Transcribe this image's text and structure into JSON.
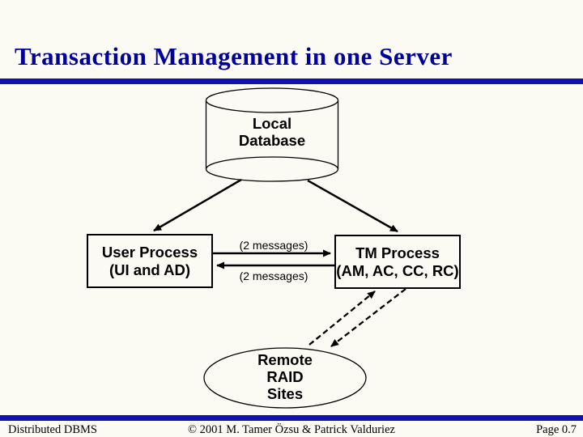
{
  "slide": {
    "title": "Transaction Management in one Server",
    "colors": {
      "background": "#fbfbf4",
      "title_text": "#000099",
      "rule_bar": "#1212b2",
      "diagram_stroke": "#000000"
    },
    "diagram": {
      "local_database": {
        "line1": "Local",
        "line2": "Database"
      },
      "user_process": {
        "line1": "User Process",
        "line2": "(UI and AD)"
      },
      "tm_process": {
        "line1": "TM Process",
        "line2": "(AM, AC, CC, RC)"
      },
      "message_top": "(2 messages)",
      "message_bottom": "(2 messages)",
      "remote_sites": {
        "line1": "Remote",
        "line2": "RAID",
        "line3": "Sites"
      }
    },
    "footer": {
      "left": "Distributed DBMS",
      "center": "© 2001 M. Tamer Özsu & Patrick Valduriez",
      "right": "Page 0.7"
    }
  }
}
